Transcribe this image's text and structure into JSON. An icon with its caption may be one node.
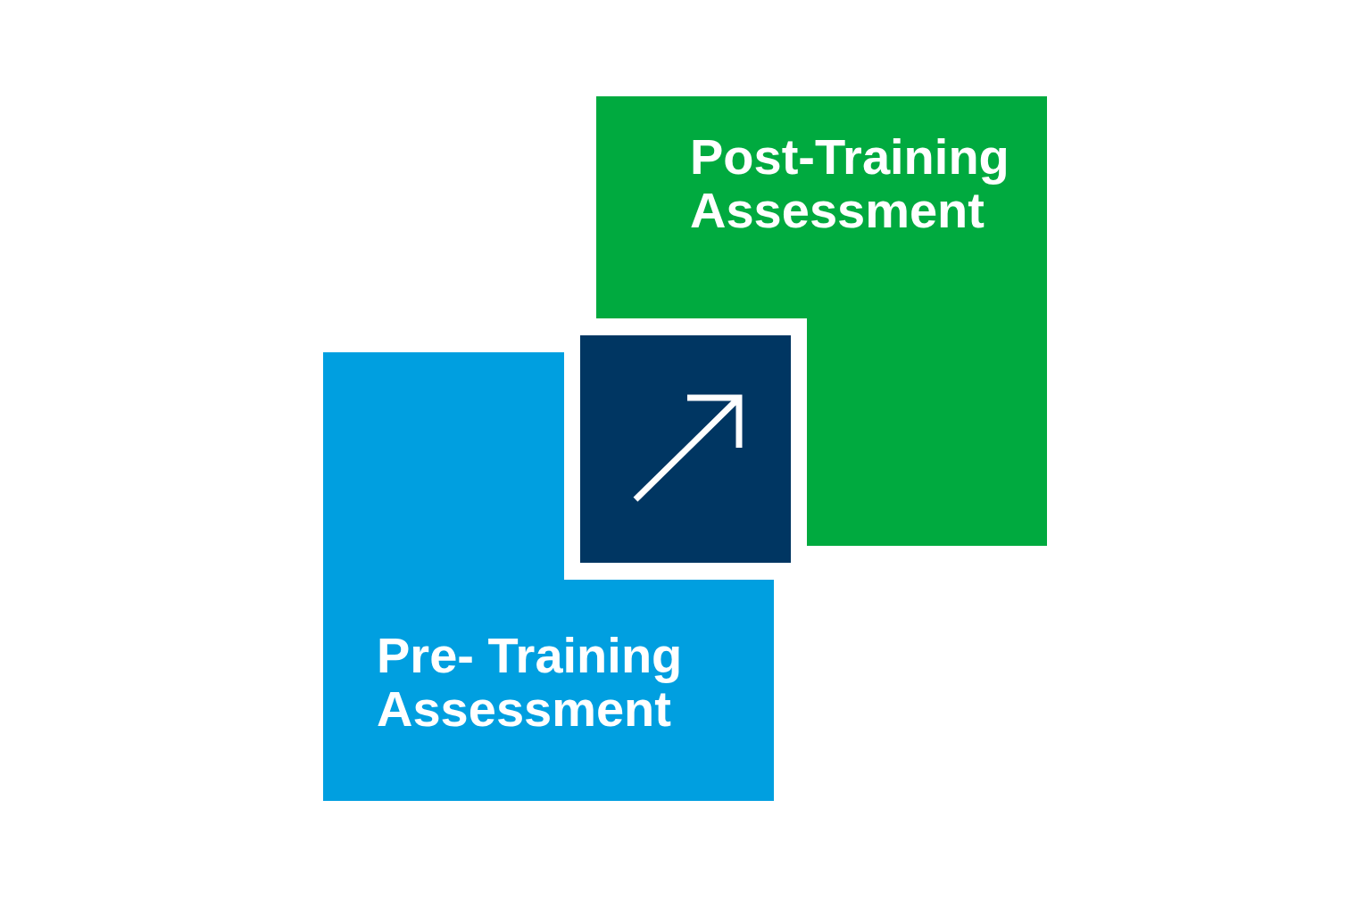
{
  "diagram": {
    "nodes": [
      {
        "text": [
          "Pre- Training Assessment"
        ]
      },
      {
        "text": [
          "Post-Training Assessment"
        ]
      },
      {
        "text": [],
        "shape": "box"
      }
    ]
  }
}
